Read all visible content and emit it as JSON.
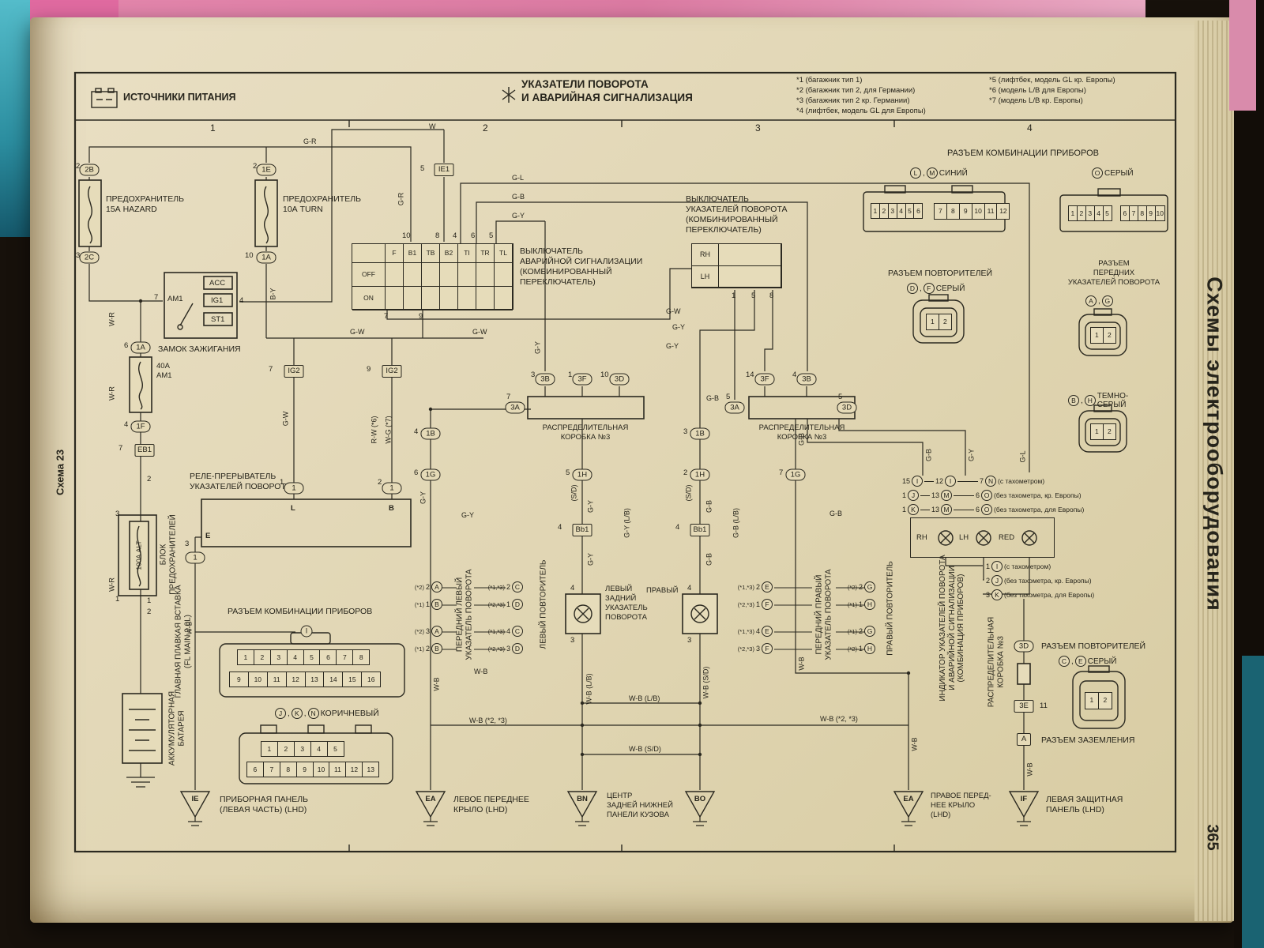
{
  "page": {
    "number": "365",
    "left_margin": "Схема 23",
    "right_margin": "Схемы электрооборудования"
  },
  "header": {
    "power": "ИСТОЧНИКИ ПИТАНИЯ",
    "title1": "УКАЗАТЕЛИ ПОВОРОТА",
    "title2": "И АВАРИЙНАЯ СИГНАЛИЗАЦИЯ",
    "fn": [
      "*1 (багажник тип 1)",
      "*2 (багажник тип 2, для Германии)",
      "*3 (багажник тип 2 кр. Германии)",
      "*4 (лифтбек, модель GL для Европы)",
      "*5 (лифтбек, модель GL кр. Европы)",
      "*6 (модель L/B для Европы)",
      "*7 (модель L/B кр. Европы)"
    ],
    "cols": [
      "1",
      "2",
      "3",
      "4"
    ]
  },
  "left": {
    "fuse_hazard": {
      "top": {
        "pin": "2",
        "code": "2B"
      },
      "name1": "ПРЕДОХРАНИТЕЛЬ",
      "name2": "15А HAZARD",
      "bot": {
        "pin": "3",
        "code": "2C"
      }
    },
    "fuse_turn": {
      "top": {
        "pin": "2",
        "code": "1E"
      },
      "name1": "ПРЕДОХРАНИТЕЛЬ",
      "name2": "10А TURN",
      "bot": {
        "pin": "10",
        "code": "1A"
      }
    },
    "ignition": {
      "label": "ЗАМОК ЗАЖИГАНИЯ",
      "pin_am1": "7",
      "am1": "AM1",
      "acc": "ACC",
      "ig1": "IG1",
      "pin_ig1": "4",
      "st1": "ST1"
    },
    "conn_1a": {
      "pin": "6",
      "code": "1A"
    },
    "fuse_am1_1": "40А",
    "fuse_am1_2": "AM1",
    "conn_1f": {
      "pin": "4",
      "code": "1F"
    },
    "conn_eb1": {
      "pin": "7",
      "code": "EB1"
    },
    "pin_x2": "2",
    "pin_x3": "3",
    "pin_x1": "1",
    "pin_y1": "1",
    "pin_y2": "2",
    "fusebox1": "БЛОК",
    "fusebox2": "ПРЕДОХРАНИТЕЛЕЙ",
    "fusebox_fuse": "100А ALT",
    "main_link1": "ГЛАВНАЯ ПЛАВКАЯ ВСТАВКА",
    "main_link2": "(FL MAIN 2.0L)",
    "battery1": "АККУМУЛЯТОРНАЯ",
    "battery2": "БАТАРЕЯ",
    "relay": {
      "label1": "РЕЛЕ-ПРЕРЫВАТЕЛЬ",
      "label2": "УКАЗАТЕЛЕЙ ПОВОРОТА",
      "t_l": "L",
      "t_b": "B",
      "t_e": "E",
      "pin_e": "3",
      "conn_l": {
        "pin": "1",
        "code": "1"
      },
      "conn_b": {
        "pin": "2",
        "code": "1"
      },
      "conn_e": {
        "code": "1"
      }
    },
    "meter": {
      "title": "РАЗЪЕМ КОМБИНАЦИИ ПРИБОРОВ",
      "code": "I",
      "row1": [
        "1",
        "2",
        "3",
        "4",
        "5",
        "6",
        "7",
        "8"
      ],
      "row2": [
        "9",
        "10",
        "11",
        "12",
        "13",
        "14",
        "15",
        "16"
      ]
    },
    "brown": {
      "c1": "J",
      "c2": "K",
      "c3": "N",
      "label": "КОРИЧНЕВЫЙ",
      "row1": [
        "1",
        "2",
        "3",
        "4",
        "5"
      ],
      "row2": [
        "6",
        "7",
        "8",
        "9",
        "10",
        "11",
        "12",
        "13"
      ]
    },
    "gnd_ie": {
      "code": "IE",
      "l1": "ПРИБОРНАЯ ПАНЕЛЬ",
      "l2": "(ЛЕВАЯ ЧАСТЬ) (LHD)"
    }
  },
  "center": {
    "conn_ie1": {
      "pin": "5",
      "code": "IE1"
    },
    "hz": {
      "c0": "F",
      "c1": "B1",
      "c2": "TB",
      "c3": "B2",
      "c4": "TI",
      "c5": "TR",
      "c6": "TL",
      "r1": "OFF",
      "r2": "ON",
      "pt0": "10",
      "pt1": "8",
      "pt2": "4",
      "pt3": "6",
      "pt4": "5",
      "pb0": "7",
      "pb1": "9",
      "l1": "ВЫКЛЮЧАТЕЛЬ",
      "l2": "АВАРИЙНОЙ СИГНАЛИЗАЦИИ",
      "l3": "(КОМБИНИРОВАННЫЙ",
      "l4": "ПЕРЕКЛЮЧАТЕЛЬ)"
    },
    "ts": {
      "l1": "ВЫКЛЮЧАТЕЛЬ",
      "l2": "УКАЗАТЕЛЕЙ ПОВОРОТА",
      "l3": "(КОМБИНИРОВАННЫЙ",
      "l4": "ПЕРЕКЛЮЧАТЕЛЬ)",
      "r1": "RH",
      "r2": "LH",
      "p0": "1",
      "p1": "5",
      "p2": "8"
    },
    "conn_ig2a": {
      "pin": "7",
      "code": "IG2"
    },
    "conn_ig2b": {
      "pin": "9",
      "code": "IG2"
    },
    "jb_l": {
      "l1": "РАСПРЕДЕЛИТЕЛЬНАЯ",
      "l2": "КОРОБКА №3",
      "c1": {
        "pin": "3",
        "code": "3B"
      },
      "c2": {
        "pin": "1",
        "code": "3F"
      },
      "c3": {
        "pin": "10",
        "code": "3D"
      },
      "c3a": {
        "pin": "7",
        "code": "3A"
      }
    },
    "jb_r": {
      "l1": "РАСПРЕДЕЛИТЕЛЬНАЯ",
      "l2": "КОРОБКА №3",
      "c1": {
        "pin": "14",
        "code": "3F"
      },
      "c2": {
        "pin": "4",
        "code": "3B"
      },
      "c3a": {
        "pin": "5",
        "code": "3A"
      },
      "c3d": {
        "pin": "5",
        "code": "3D"
      }
    },
    "conn_1b_l": {
      "pin": "4",
      "code": "1B"
    },
    "conn_1g_l": {
      "pin": "6",
      "code": "1G"
    },
    "conn_1h_l": {
      "pin": "5",
      "code": "1H"
    },
    "conn_bb1_l": {
      "pin": "4",
      "code": "Bb1"
    },
    "conn_1b_r": {
      "pin": "3",
      "code": "1B"
    },
    "conn_1h_r": {
      "pin": "2",
      "code": "1H"
    },
    "conn_1g_r": {
      "pin": "7",
      "code": "1G"
    },
    "conn_bb1_r": {
      "pin": "4",
      "code": "Bb1"
    },
    "lf": {
      "rep": "ЛЕВЫЙ ПОВТОРИТЕЛЬ",
      "ind1": "ПЕРЕДНИЙ ЛЕВЫЙ",
      "ind2": "УКАЗАТЕЛЬ ПОВОРОТА",
      "ta": [
        {
          "note": "(*2)",
          "pin": "2",
          "code": "A"
        },
        {
          "note": "(*1)",
          "pin": "1",
          "code": "B"
        },
        {
          "note": "(*2)",
          "pin": "3",
          "code": "A"
        },
        {
          "note": "(*1)",
          "pin": "2",
          "code": "B"
        }
      ],
      "tb": [
        {
          "note": "(*1,*3)",
          "pin": "2",
          "code": "C"
        },
        {
          "note": "(*2,*3)",
          "pin": "1",
          "code": "D"
        },
        {
          "note": "(*1,*3)",
          "pin": "4",
          "code": "C"
        },
        {
          "note": "(*2,*3)",
          "pin": "3",
          "code": "D"
        }
      ]
    },
    "rear": {
      "ll1": "ЛЕВЫЙ",
      "ll2": "ЗАДНИЙ",
      "ll3": "УКАЗАТЕЛЬ",
      "ll4": "ПОВОРОТА",
      "rl": "ПРАВЫЙ",
      "ptl": "4",
      "pbl": "3",
      "ptr": "4",
      "pbr": "3"
    },
    "rf": {
      "ind1": "ПЕРЕДНИЙ ПРАВЫЙ",
      "ind2": "УКАЗАТЕЛЬ ПОВОРОТА",
      "rep": "ПРАВЫЙ ПОВТОРИТЕЛЬ",
      "ta": [
        {
          "note": "(*1,*3)",
          "pin": "2",
          "code": "E"
        },
        {
          "note": "(*2,*3)",
          "pin": "1",
          "code": "F"
        },
        {
          "note": "(*1,*3)",
          "pin": "4",
          "code": "E"
        },
        {
          "note": "(*2,*3)",
          "pin": "3",
          "code": "F"
        }
      ],
      "tb": [
        {
          "note": "(*2)",
          "pin": "2",
          "code": "G"
        },
        {
          "note": "(*1)",
          "pin": "1",
          "code": "H"
        },
        {
          "note": "(*1)",
          "pin": "2",
          "code": "G"
        },
        {
          "note": "(*2)",
          "pin": "1",
          "code": "H"
        }
      ]
    },
    "ind1": "ИНДИКАТОР УКАЗАТЕЛЕЙ ПОВОРОТА",
    "ind2": "И АВАРИЙНОЙ СИГНАЛИЗАЦИИ",
    "ind3": "(КОМБИНАЦИЯ ПРИБОРОВ)",
    "jb3v1": "РАСПРЕДЕЛИТЕЛЬНАЯ",
    "jb3v2": "КОРОБКА №3"
  },
  "right": {
    "meter_title": "РАЗЪЕМ КОМБИНАЦИИ ПРИБОРОВ",
    "blue": {
      "c1": "L",
      "c2": "M",
      "label": "СИНИЙ",
      "g1": [
        "1",
        "2",
        "3",
        "4",
        "5",
        "6"
      ],
      "g2": [
        "7",
        "8",
        "9",
        "10",
        "11",
        "12"
      ]
    },
    "gray": {
      "c1": "O",
      "label": "СЕРЫЙ",
      "g1": [
        "1",
        "2",
        "3",
        "4",
        "5"
      ],
      "g2": [
        "6",
        "7",
        "8",
        "9",
        "10"
      ]
    },
    "rep": {
      "title": "РАЗЪЕМ ПОВТОРИТЕЛЕЙ",
      "c1": "D",
      "c2": "F",
      "label": "СЕРЫЙ",
      "pins": [
        "1",
        "2"
      ]
    },
    "front": {
      "t1": "РАЗЪЕМ",
      "t2": "ПЕРЕДНИХ",
      "t3": "УКАЗАТЕЛЕЙ ПОВОРОТА",
      "c1": "A",
      "c2": "G",
      "pins": [
        "1",
        "2"
      ]
    },
    "dark": {
      "c1": "B",
      "c2": "H",
      "l1": "ТЕМНО-",
      "l2": "СЕРЫЙ",
      "pins": [
        "1",
        "2"
      ]
    },
    "map": [
      {
        "p1": "15",
        "c1": "I",
        "p2": "12",
        "c2": "I",
        "p3": "7",
        "c3": "N",
        "note": "(с тахометром)"
      },
      {
        "p1": "1",
        "c1": "J",
        "p2": "13",
        "c2": "M",
        "p3": "6",
        "c3": "O",
        "note": "(без тахометра, кр. Европы)"
      },
      {
        "p1": "1",
        "c1": "K",
        "p2": "13",
        "c2": "M",
        "p3": "6",
        "c3": "O",
        "note": "(без тахометра, для Европы)"
      }
    ],
    "ind": {
      "rh": "RH",
      "lh": "LH",
      "red": "RED"
    },
    "bot": [
      {
        "pin": "1",
        "code": "I",
        "note": "(с тахометром)"
      },
      {
        "pin": "2",
        "code": "J",
        "note": "(без тахометра, кр. Европы)"
      },
      {
        "pin": "3",
        "code": "K",
        "note": "(без тахометра, для Европы)"
      }
    ],
    "rep2": {
      "code3d": "3D",
      "title": "РАЗЪЕМ ПОВТОРИТЕЛЕЙ",
      "c1": "C",
      "c2": "E",
      "label": "СЕРЫЙ",
      "code3e": "3E",
      "pin11": "11",
      "codeA": "A",
      "gnd_title": "РАЗЪЕМ ЗАЗЕМЛЕНИЯ",
      "pins": [
        "1",
        "2"
      ]
    }
  },
  "grounds": {
    "ea_l": {
      "code": "EA",
      "l1": "ЛЕВОЕ ПЕРЕДНЕЕ",
      "l2": "КРЫЛО (LHD)"
    },
    "bn": {
      "code": "BN",
      "l1": "ЦЕНТР",
      "l2": "ЗАДНЕЙ НИЖНЕЙ",
      "l3": "ПАНЕЛИ КУЗОВА"
    },
    "bo": {
      "code": "BO"
    },
    "ea_r": {
      "code": "EA",
      "l1": "ПРАВОЕ ПЕРЕД-",
      "l2": "НЕЕ КРЫЛО",
      "l3": "(LHD)"
    },
    "if": {
      "code": "IF",
      "l1": "ЛЕВАЯ ЗАЩИТНАЯ",
      "l2": "ПАНЕЛЬ (LHD)"
    }
  },
  "wires": {
    "w0": "G-R",
    "w1": "W",
    "w2": "G-R",
    "w3": "B-Y",
    "w4": "W-R",
    "w5": "W-R",
    "w6": "W-R",
    "w7": "W-B",
    "w8": "G-W",
    "w9": "G-W",
    "w10": "G-W",
    "w11": "R-W (*6)",
    "w12": "W-G (*7)",
    "w13": "G-L",
    "w14": "G-B",
    "w15": "G-Y",
    "w16": "G-W",
    "w17": "G-Y",
    "w18": "G-Y",
    "w19": "G-Y",
    "w20": "G-B",
    "w21": "G-Y",
    "w22": "G-Y",
    "w23": "(S/D)",
    "w24": "G-Y",
    "w25": "G-Y (L/B)",
    "w26": "(S/D)",
    "w27": "G-B",
    "w28": "G-B (L/B)",
    "w29": "G-B",
    "w30": "G-B",
    "w31": "G-Y",
    "w32": "G-L",
    "w33": "G-B",
    "w34": "W-B",
    "w35": "W-B",
    "w36": "W-B (L/B)",
    "w37": "W-B (L/B)",
    "w38": "W-B (S/D)",
    "w39": "W-B (S/D)",
    "w40": "W-B (*2, *3)",
    "w41": "W-B (*2, *3)",
    "w42": "W-B",
    "w43": "W-B",
    "w44": "W-B",
    "w45": "G-B",
    "w46": "G-Y"
  }
}
